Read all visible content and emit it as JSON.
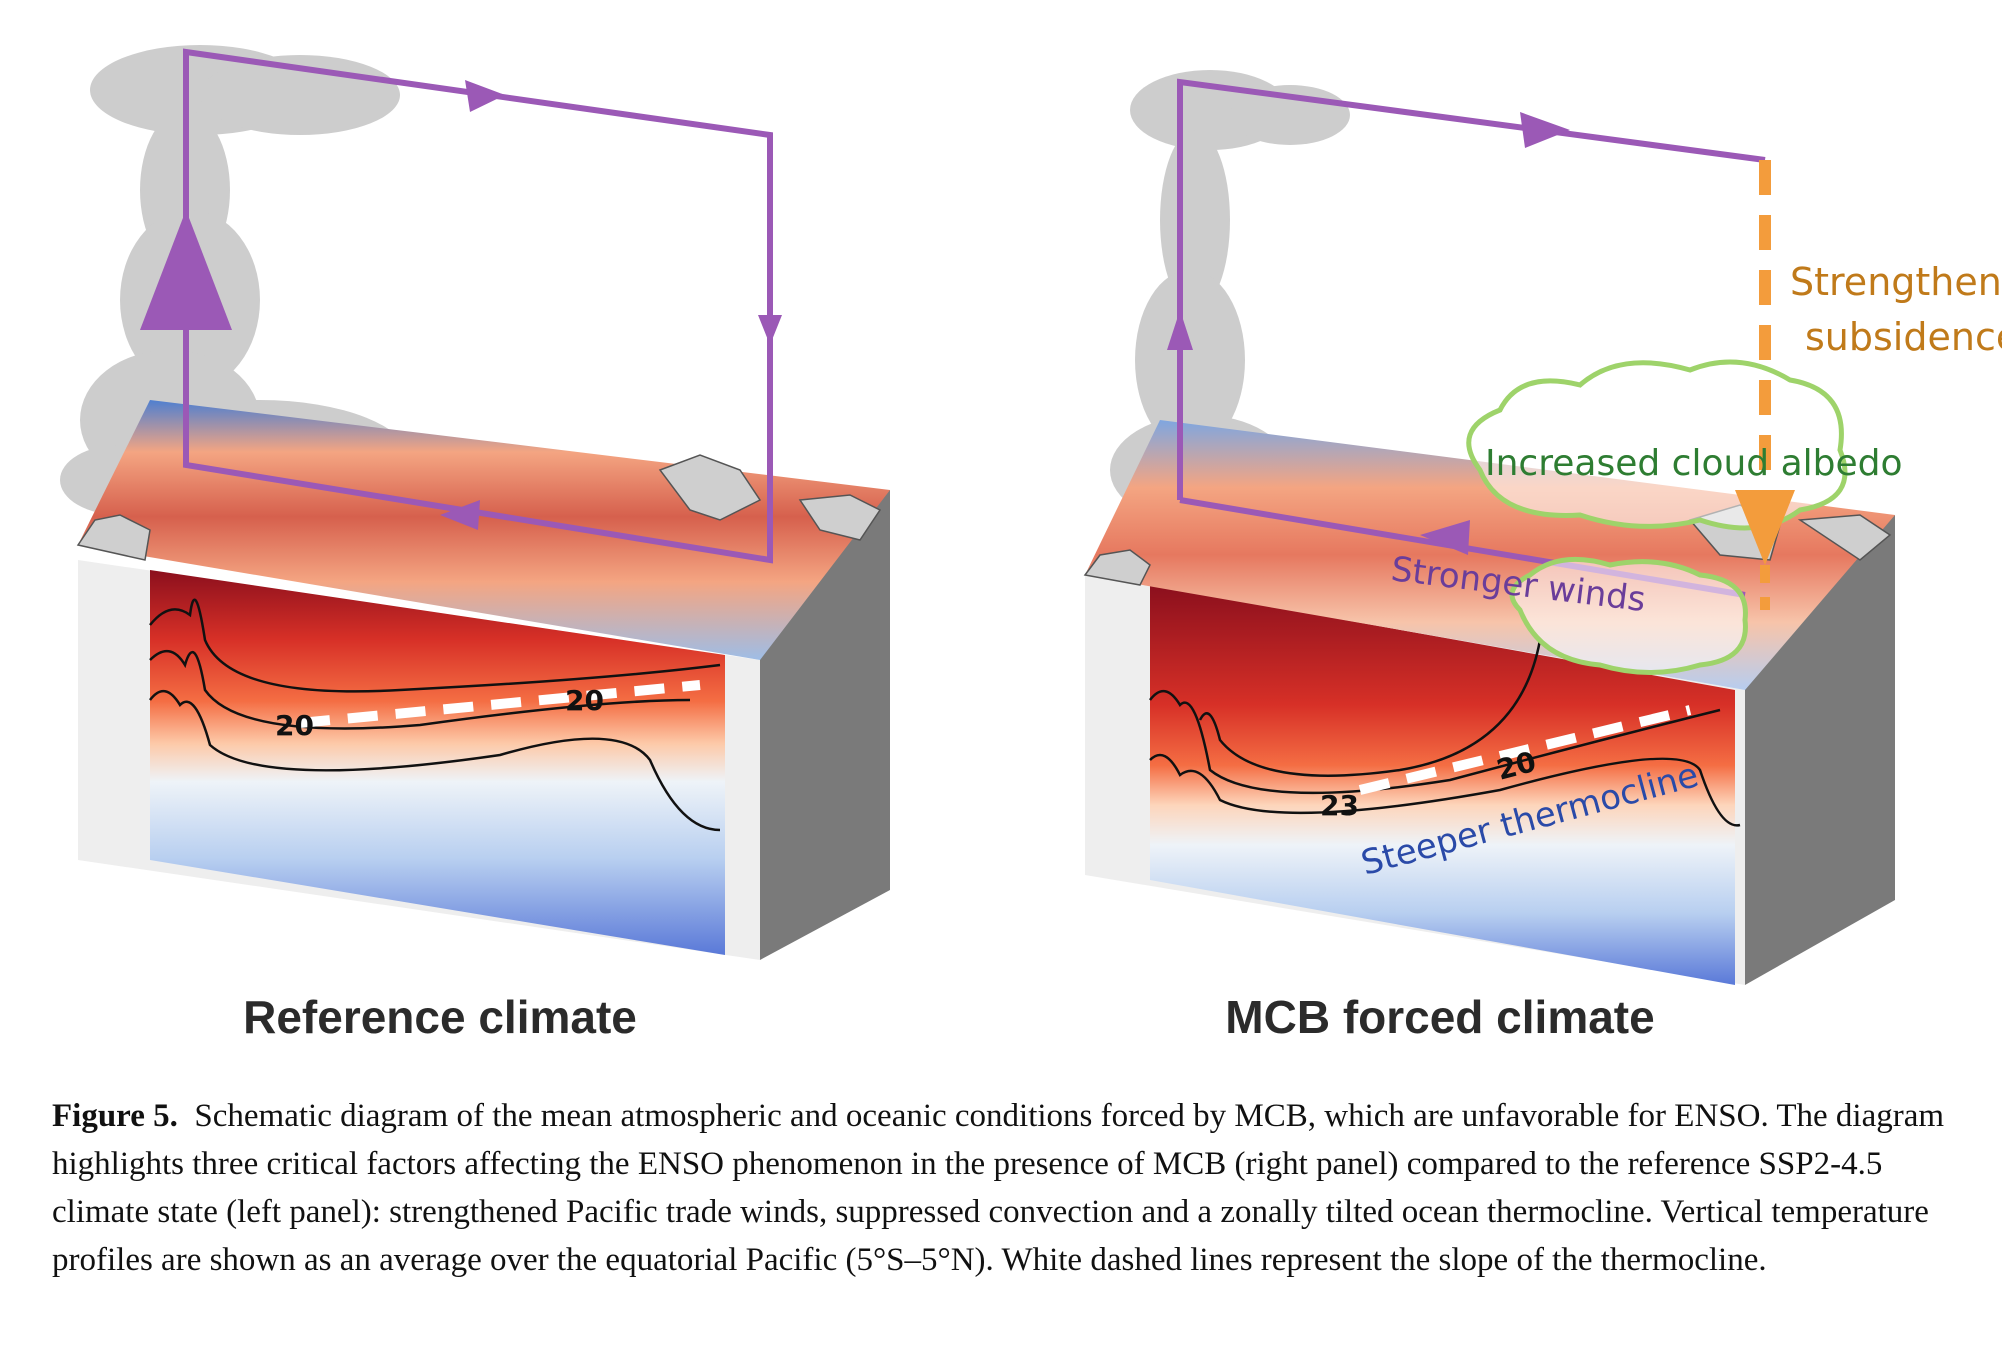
{
  "panels": {
    "left": {
      "title": "Reference climate",
      "contour_labels": [
        "20",
        "20"
      ]
    },
    "right": {
      "title": "MCB forced climate",
      "contour_labels": [
        "23",
        "20"
      ],
      "annotations": {
        "subsidence_line1": "Strengthened",
        "subsidence_line2": "subsidence",
        "cloud": "Increased cloud albedo",
        "winds": "Stronger winds",
        "thermocline": "Steeper thermocline"
      }
    }
  },
  "caption": {
    "label": "Figure 5.",
    "text": "Schematic diagram of the mean atmospheric and oceanic conditions forced by MCB, which are unfavorable for ENSO. The diagram highlights three critical factors affecting the ENSO phenomenon in the presence of MCB (right panel) compared to the reference SSP2-4.5 climate state (left panel): strengthened Pacific trade winds, suppressed convection and a zonally tilted ocean thermocline. Vertical temperature profiles are shown as an average over the equatorial Pacific (5°S–5°N). White dashed lines represent the slope of the thermocline."
  },
  "colors": {
    "circulation": "#9b59b6",
    "subsidence": "#f39c3c",
    "cloud_outline": "#9ed36a",
    "cloud_text": "#2e7d32",
    "winds_text": "#6a3d9a",
    "thermocline_text": "#2a4aa8"
  }
}
